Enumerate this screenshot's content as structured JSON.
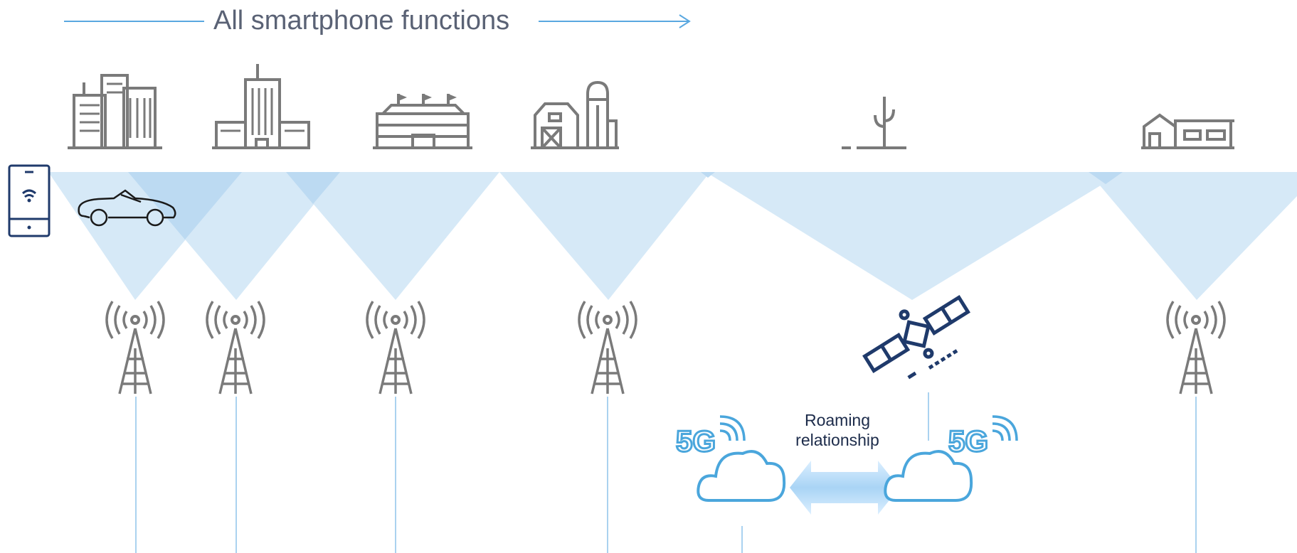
{
  "header": {
    "title": "All smartphone functions"
  },
  "roaming": {
    "label": "Roaming relationship"
  },
  "network_badges": {
    "left": "5G",
    "right": "5G"
  },
  "colors": {
    "coverage": "#d6e9f7",
    "coverage_dark": "#bcdaf2",
    "line": "#8ec3ea",
    "icon_grey": "#7a7a7a",
    "navy": "#1f3a6b",
    "cloud": "#4aa6dc",
    "heading_text": "#5a6275"
  },
  "icons": [
    "office-buildings-icon",
    "skyscraper-icon",
    "stadium-icon",
    "farm-barn-icon",
    "desert-cactus-icon",
    "house-icon",
    "smartphone-icon",
    "convertible-car-icon",
    "cell-tower-icon",
    "satellite-icon",
    "cloud-icon",
    "5g-badge-icon"
  ]
}
